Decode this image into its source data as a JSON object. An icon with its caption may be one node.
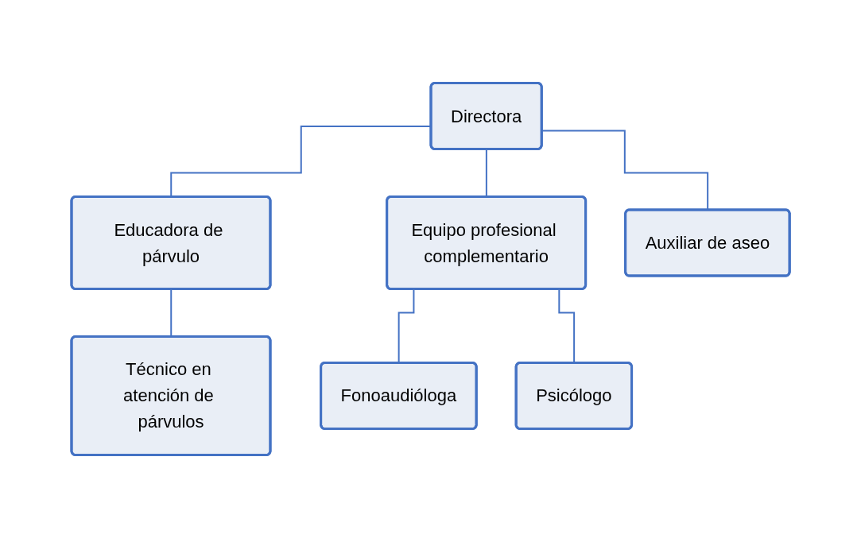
{
  "diagram": {
    "nodes": [
      {
        "text": [
          "Directora"
        ]
      },
      {
        "text": [
          "Educadora de párvulo"
        ]
      },
      {
        "text": [
          "Equipo profesional complementario"
        ]
      },
      {
        "text": [
          "Auxiliar de aseo"
        ]
      },
      {
        "text": [
          "Técnico en atención de párvulos"
        ]
      },
      {
        "text": [
          "Fonoaudióloga"
        ]
      },
      {
        "text": [
          "Psicólogo"
        ]
      }
    ],
    "edges": [
      {
        "from": 0,
        "to": 1,
        "arrow": "none"
      },
      {
        "from": 0,
        "to": 2,
        "arrow": "none"
      },
      {
        "from": 0,
        "to": 3,
        "arrow": "none"
      },
      {
        "from": 1,
        "to": 4,
        "arrow": "none"
      },
      {
        "from": 2,
        "to": 5,
        "arrow": "none"
      },
      {
        "from": 2,
        "to": 6,
        "arrow": "none"
      }
    ]
  }
}
